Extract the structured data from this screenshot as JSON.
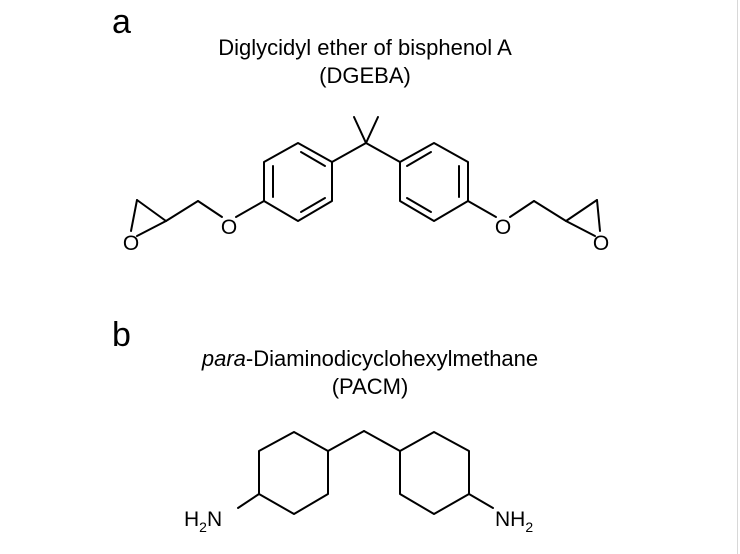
{
  "panels": [
    {
      "label": "a",
      "title_line1": "Diglycidyl ether of bisphenol A",
      "title_line2": "(DGEBA)",
      "atoms": {
        "oxygen": "O"
      }
    },
    {
      "label": "b",
      "title_prefix": "para",
      "title_rest": "-Diaminodicyclohexylmethane",
      "title_line2": "(PACM)",
      "groups": {
        "left_amine_base": "H",
        "left_amine_sub": "2",
        "left_amine_tail": "N",
        "right_amine_base": "NH",
        "right_amine_sub": "2"
      }
    }
  ]
}
